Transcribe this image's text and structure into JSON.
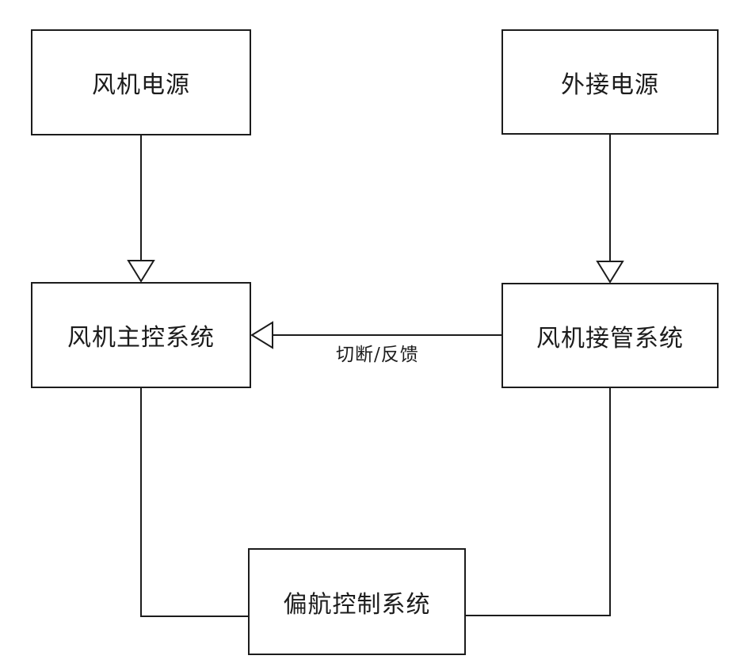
{
  "colors": {
    "background": "#ffffff",
    "line": "#1c1c1c",
    "node_fill": "#ffffff",
    "text": "#1c1c1c"
  },
  "nodes": [
    {
      "id": "fan-power",
      "label": "风机电源"
    },
    {
      "id": "external-power",
      "label": "外接电源"
    },
    {
      "id": "fan-main-control",
      "label": "风机主控系统"
    },
    {
      "id": "fan-takeover",
      "label": "风机接管系统"
    },
    {
      "id": "yaw-control",
      "label": "偏航控制系统"
    }
  ],
  "edges": [
    {
      "from": "fan-power",
      "to": "fan-main-control",
      "style": "hollow-arrow-down",
      "label": ""
    },
    {
      "from": "external-power",
      "to": "fan-takeover",
      "style": "hollow-arrow-down",
      "label": ""
    },
    {
      "from": "fan-takeover",
      "to": "fan-main-control",
      "style": "hollow-arrow-left",
      "label": "切断/反馈"
    },
    {
      "from": "fan-main-control",
      "to": "yaw-control",
      "style": "plain-elbow",
      "label": ""
    },
    {
      "from": "fan-takeover",
      "to": "yaw-control",
      "style": "plain-elbow",
      "label": ""
    }
  ]
}
